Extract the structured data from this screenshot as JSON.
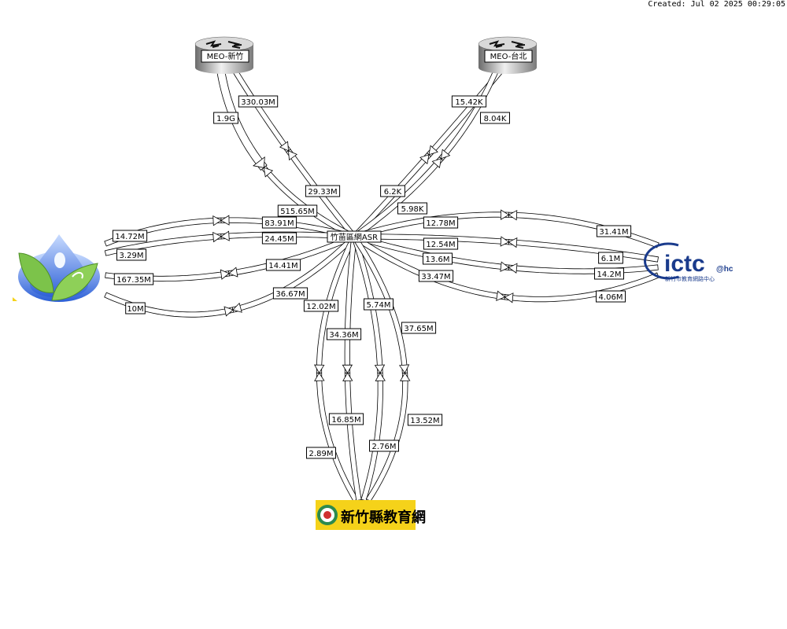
{
  "created": "Created: Jul 02 2025 00:29:05",
  "nodes": {
    "center": "竹苗區網ASR",
    "meo_hsinchu": "MEO-新竹",
    "meo_taipei": "MEO-台北",
    "ictc_logo": "ictc",
    "ictc_suffix": "@hc",
    "ictc_sub": "新竹市教育網路中心",
    "county_logo": "新竹縣教育網"
  },
  "colors": {
    "hot_link": "#8800ff",
    "link_fill": "#ffffff",
    "ictc_blue": "#1a3b8c",
    "county_bg": "#f5d21a"
  },
  "link_labels": [
    "330.03M",
    "1.9G",
    "29.33M",
    "515.65M",
    "15.42K",
    "8.04K",
    "6.2K",
    "5.98K",
    "83.91M",
    "24.45M",
    "14.72M",
    "3.29M",
    "167.35M",
    "14.41M",
    "10M",
    "36.67M",
    "12.78M",
    "31.41M",
    "12.54M",
    "6.1M",
    "13.6M",
    "14.2M",
    "33.47M",
    "4.06M",
    "12.02M",
    "2.89M",
    "34.36M",
    "16.85M",
    "5.74M",
    "2.76M",
    "37.65M",
    "13.52M"
  ]
}
